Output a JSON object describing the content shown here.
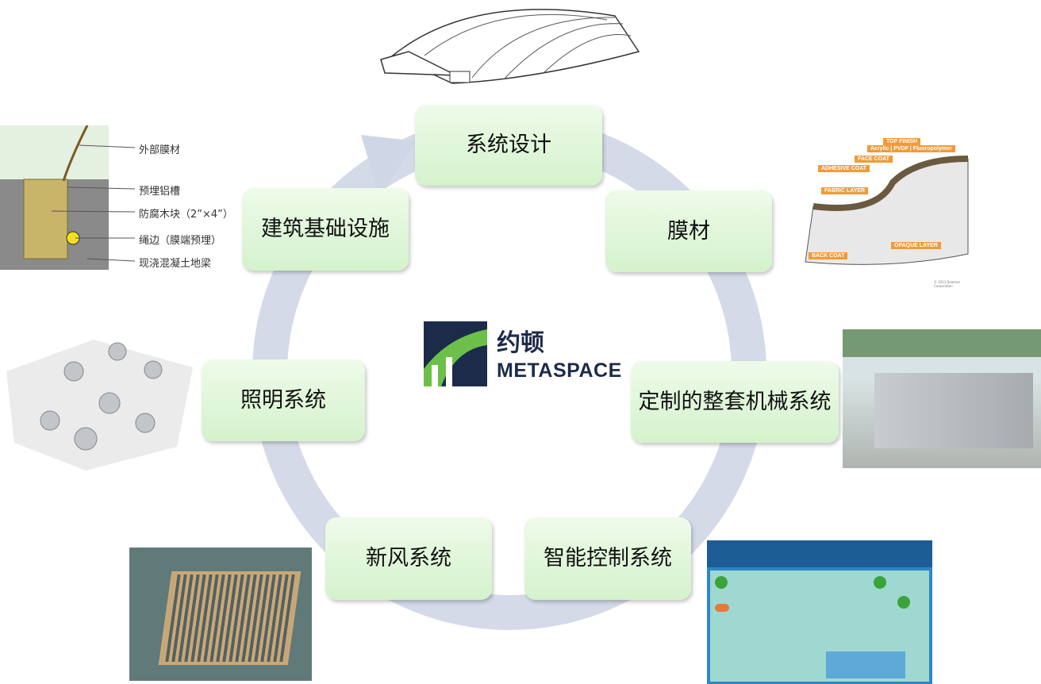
{
  "center_logo": {
    "cn": "约顿",
    "en": "METASPACE"
  },
  "nodes": [
    {
      "id": "system-design",
      "label": "系统设计"
    },
    {
      "id": "membrane",
      "label": "膜材"
    },
    {
      "id": "machinery",
      "label": "定制的整套机械系统"
    },
    {
      "id": "smart-control",
      "label": "智能控制系统"
    },
    {
      "id": "fresh-air",
      "label": "新风系统"
    },
    {
      "id": "lighting",
      "label": "照明系统"
    },
    {
      "id": "foundation",
      "label": "建筑基础设施"
    }
  ],
  "foundation_labels": [
    "外部膜材",
    "预埋铝槽",
    "防腐木块（2”×4”）",
    "绳边（膜端预埋）",
    "现浇混凝土地梁"
  ],
  "membrane_layers": [
    "TOP FINISH",
    "Acrylic | PVDF | Fluoropolymer",
    "FACE COAT",
    "ADHESIVE COAT",
    "FABRIC LAYER",
    "OPAQUE LAYER",
    "BACK COAT"
  ],
  "membrane_credit": "© 2011 Seaman Corporation",
  "colors": {
    "ring": "#cfd6e6",
    "node_top": "#eefbe9",
    "node_bottom": "#d4f2cc",
    "logo_green": "#6cc04a",
    "logo_navy": "#1c2b4a"
  }
}
